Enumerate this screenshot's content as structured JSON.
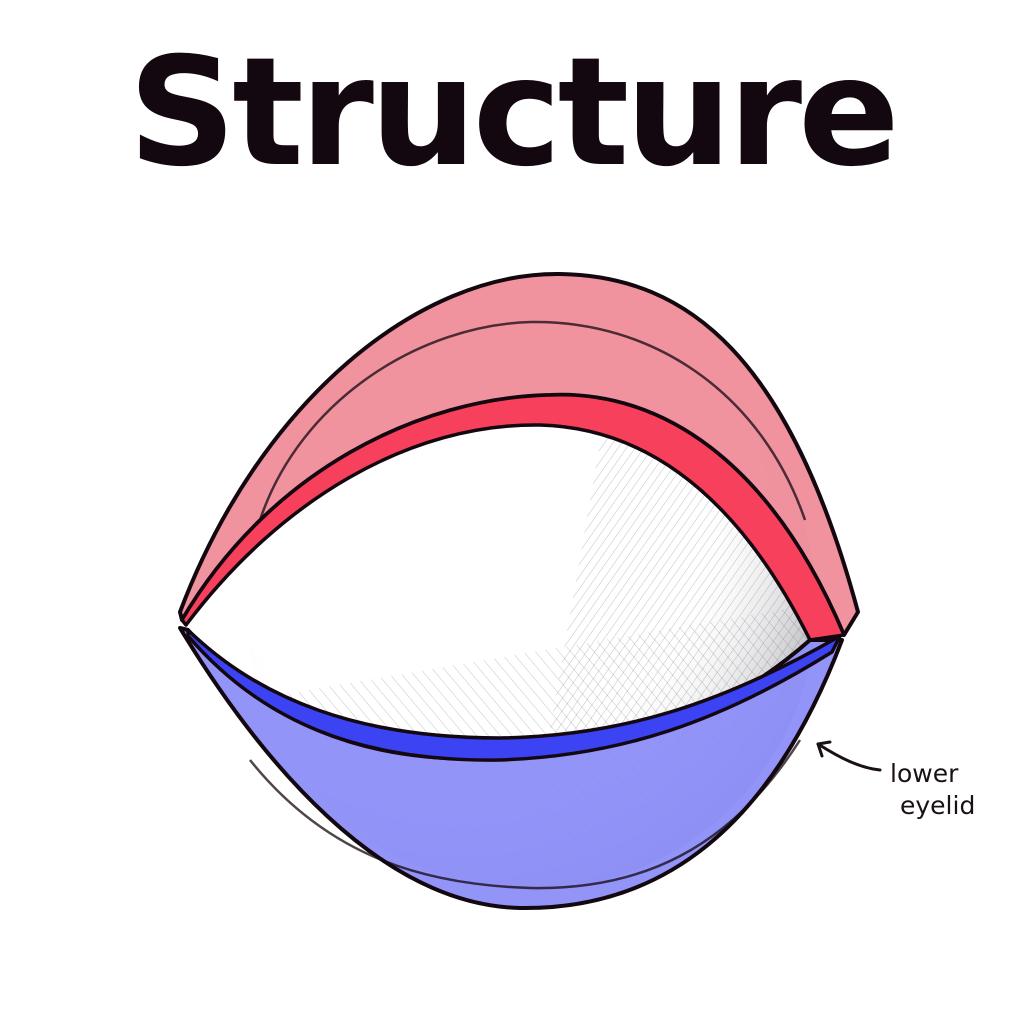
{
  "title": "Structure",
  "annotation": {
    "line1": "lower",
    "line2": "eyelid"
  },
  "colors": {
    "upper_lid_fill": "#ef8d9a",
    "upper_lid_rim": "#f7415c",
    "lower_lid_fill": "#8d8ef8",
    "lower_lid_rim": "#3b43f3",
    "eyeball_shadow": "#6f6f7a",
    "ink": "#140810"
  },
  "icons": {
    "pointer": "curved-arrow-icon"
  }
}
